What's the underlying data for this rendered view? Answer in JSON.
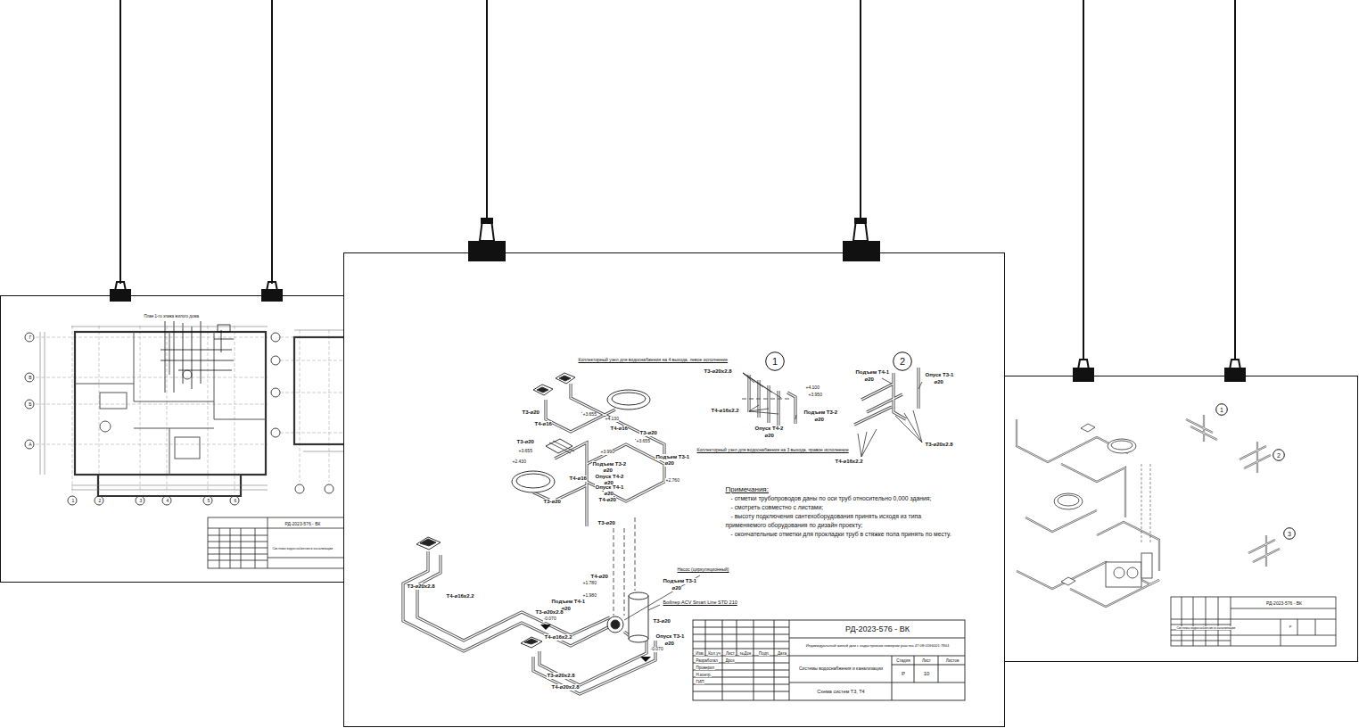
{
  "diagram": {
    "nodes": [
      {
        "text": [
          "План 1-го этажа жилого дома",
          "Г",
          "В",
          "Б",
          "А",
          "1",
          "2",
          "3",
          "4",
          "5",
          "6",
          "РД-2023-576 - ВК",
          "Системы водоснабжения и канализации"
        ]
      },
      {
        "text": [
          "Коллекторный узел для водоснабжения на 4 выхода, левое исполнение",
          "Т3-ø20х2.8",
          "+4.100",
          "+3.950",
          "Т4-ø16х2.2",
          "Подъем Т3-2",
          "ø20",
          "Опуск Т4-2",
          "ø20",
          "Коллекторный узел для водоснабжения на 3 выхода, правое исполнение",
          "Подъем Т4-1",
          "ø20",
          "Опуск Т3-1",
          "ø20",
          "Т3-ø20х2.8",
          "Т4-ø16х2.2",
          "Т3-ø20",
          "+3.655",
          "+4.130",
          "Т4-ø16",
          "Т4-ø16",
          "Т3-ø20",
          "+3.655",
          "Т3-ø20",
          "+3.655",
          "+3.990",
          "Подъем Т3-1",
          "ø20",
          "+2.430",
          "Подъем Т3-2",
          "ø20",
          "Опуск Т4-2",
          "ø20",
          "Т4-ø16",
          "+2.760",
          "Опуск Т4-1",
          "ø20",
          "Т4-ø20",
          "Т3-ø20",
          "Т3-ø20",
          "Примечания:",
          "- отметки трубопроводов даны по оси труб относительно 0,000 здания;",
          "- смотреть совместно с листами;",
          "- высоту подключения сантехоборудования принять исходя из типа",
          "применяемого оборудования по дизайн проекту;",
          "- окончательные отметки для прокладки труб в стяжке пола принять по месту.",
          "Насос (циркуляционный)",
          "Т4-ø20",
          "+1.780",
          "Подъем Т3-1",
          "ø20",
          "+1.980",
          "Бойлер ACV Smart Line STD 210",
          "Подъем Т4-1",
          "ø20",
          "Т3-ø20х2.8",
          "-0.070",
          "Т3-ø20х2.8",
          "Т4-ø16х2.2",
          "Т3-ø20",
          "Т4-ø16х2.2",
          "Опуск Т3-1",
          "ø20",
          "-0.070",
          "Т3-ø20х2.8",
          "Т4-ø20х2.8",
          "РД-2023-576 - ВК",
          "Индивидуальный жилой дом с кадастровым номером участка 47:08:0166001:7844",
          "Изм.",
          "Кол.уч",
          "Лист",
          "№Док",
          "Подп.",
          "Дата",
          "Разработал",
          "Дроз",
          "Проверил",
          "Н.контр.",
          "ГИП",
          "Системы водоснабжения и канализации",
          "Стадия",
          "Лист",
          "Листов",
          "Р",
          "10",
          "Схема систем Т3, Т4"
        ]
      },
      {
        "text": [
          "1"
        ],
        "in": 1
      },
      {
        "text": [
          "2"
        ],
        "in": 1
      },
      {
        "text": [
          "РД-2023-576 - ВК",
          "Системы водоснабжения и канализации",
          "Р"
        ]
      },
      {
        "text": [
          "1"
        ],
        "in": 4
      },
      {
        "text": [
          "2"
        ],
        "in": 4
      },
      {
        "text": [
          "3"
        ],
        "in": 4
      }
    ]
  }
}
